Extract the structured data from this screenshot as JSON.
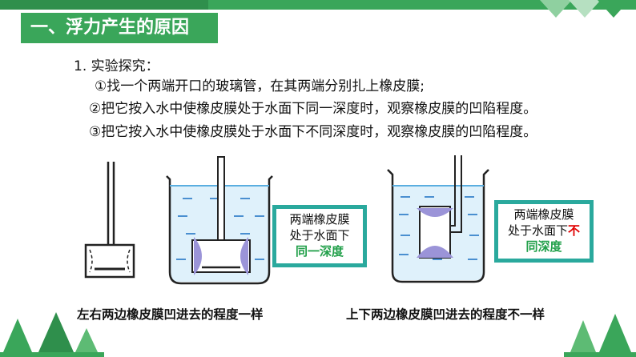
{
  "section_title": "一、浮力产生的原因",
  "step_heading": "1. 实验探究：",
  "steps": [
    "①找一个两端开口的玻璃管，在其两端分别扎上橡皮膜;",
    "②把它按入水中使橡皮膜处于水面下同一深度时，观察橡皮膜的凹陷程度。",
    "③把它按入水中使橡皮膜处于水面下不同深度时，观察橡皮膜的凹陷程度。"
  ],
  "label_same": {
    "line1": "两端橡皮膜",
    "line2": "处于水面下",
    "emph": "同一深度"
  },
  "label_diff": {
    "line1": "两端橡皮膜",
    "line2": "处于水面下",
    "emph_a": "不",
    "emph_b": "同深度"
  },
  "caption_left": "左右两边橡皮膜凹进去的程度一样",
  "caption_right": "上下两边橡皮膜凹进去的程度不一样",
  "colors": {
    "green": "#3aa65a",
    "water": "#dff1fb",
    "membrane": "#9b94d8",
    "teal": "#2aa99d",
    "red": "#e00000"
  }
}
